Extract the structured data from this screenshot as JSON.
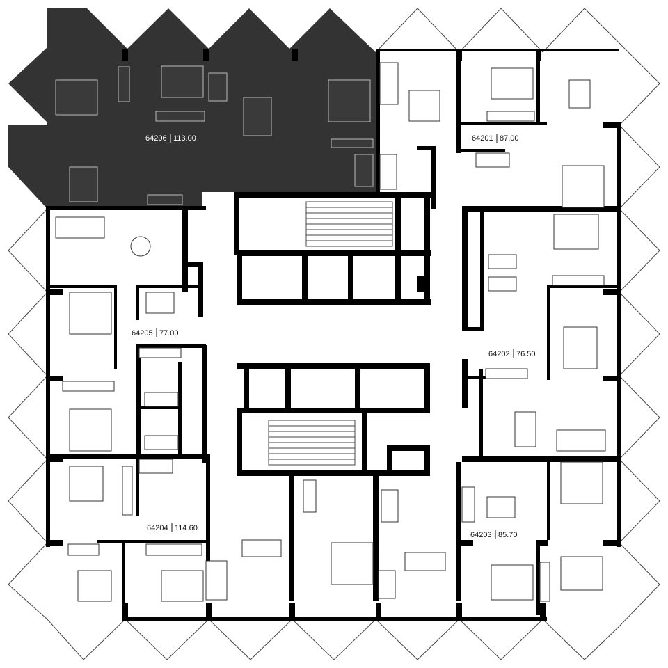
{
  "plan": {
    "accent_color": "#333333",
    "apartments": [
      {
        "id": "64206",
        "area": "113.00",
        "highlighted": true
      },
      {
        "id": "64201",
        "area": "87.00",
        "highlighted": false
      },
      {
        "id": "64205",
        "area": "77.00",
        "highlighted": false
      },
      {
        "id": "64202",
        "area": "76.50",
        "highlighted": false
      },
      {
        "id": "64204",
        "area": "114.60",
        "highlighted": false
      },
      {
        "id": "64203",
        "area": "85.70",
        "highlighted": false
      }
    ]
  }
}
